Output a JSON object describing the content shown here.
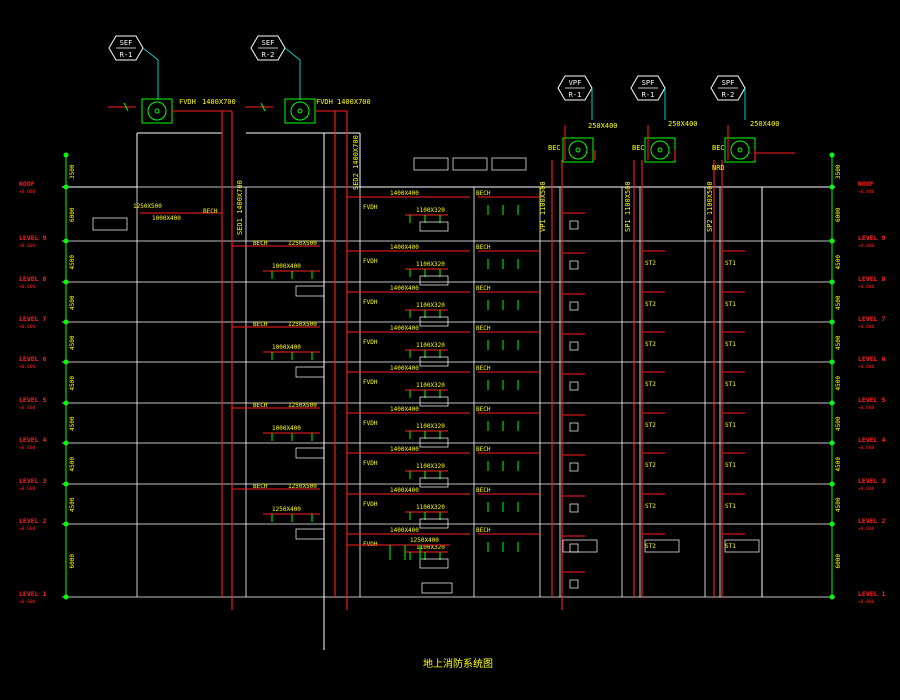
{
  "colors": {
    "background": "#000000",
    "outline": "#ffffff",
    "duct": "#ff1f1f",
    "label": "#ffff00",
    "accent": "#00ff00",
    "tag": "#00ffff",
    "level": "#ff2020",
    "fitting": "#ffffff"
  },
  "units": [
    {
      "name": "SEF",
      "num": "R-1"
    },
    {
      "name": "SEF",
      "num": "R-2"
    },
    {
      "name": "VPF",
      "num": "R-1"
    },
    {
      "name": "SPF",
      "num": "R-1"
    },
    {
      "name": "SPF",
      "num": "R-2"
    }
  ],
  "top_labels": {
    "fan1_fvdh": "FVDH",
    "fan1_duct": "1400X700",
    "fan2_fvdh": "FVDH",
    "fan2_duct": "1400X700",
    "fan3_size": "250X400",
    "fan4_size": "250X400",
    "fan5_size": "250X400",
    "fan3_bec": "BEC",
    "fan4_bec": "BEC",
    "fan5_bec": "BEC",
    "fan5_nrd": "NRD"
  },
  "risers": {
    "sed1": "SED1 1400X700",
    "sed2": "SED2 1400X700",
    "vp": "VP1 1100X500",
    "sp1": "SP1 1100X500",
    "sp2": "SP2 1100X500"
  },
  "levels": [
    {
      "name": "ROOF",
      "elev": "+0.000",
      "dim": "3500"
    },
    {
      "name": "LEVEL 9",
      "elev": "+0.000",
      "dim": "6000"
    },
    {
      "name": "LEVEL 8",
      "elev": "+0.000",
      "dim": "4500"
    },
    {
      "name": "LEVEL 7",
      "elev": "+0.000",
      "dim": "4500"
    },
    {
      "name": "LEVEL 6",
      "elev": "+0.000",
      "dim": "4500"
    },
    {
      "name": "LEVEL 5",
      "elev": "+0.000",
      "dim": "4500"
    },
    {
      "name": "LEVEL 4",
      "elev": "+0.000",
      "dim": "4500"
    },
    {
      "name": "LEVEL 3",
      "elev": "+0.000",
      "dim": "4500"
    },
    {
      "name": "LEVEL 2",
      "elev": "+0.000",
      "dim": "4500"
    },
    {
      "name": "LEVEL 1",
      "elev": "+0.000",
      "dim": "6000"
    }
  ],
  "section1": {
    "roof_duct": "1250X500",
    "roof_branch": "1000X400",
    "roof_bech": "BECH",
    "floor_duct": "1250X500",
    "floor_branch": "1000X400",
    "floor_bech": "BECH",
    "l2_duct": "1250X500",
    "l2_branch": "1250X400",
    "l2_bech": "BECH"
  },
  "section2": {
    "fvdh": "FVDH",
    "main_duct": "1400X400",
    "sub_duct": "1100X320",
    "bech": "BECH",
    "right_duct": "1400X400",
    "l1_duct": "1250X400"
  },
  "section_fans": {
    "st2": "ST2",
    "st1": "ST1"
  },
  "footer": {
    "title": "地上消防系统图"
  }
}
